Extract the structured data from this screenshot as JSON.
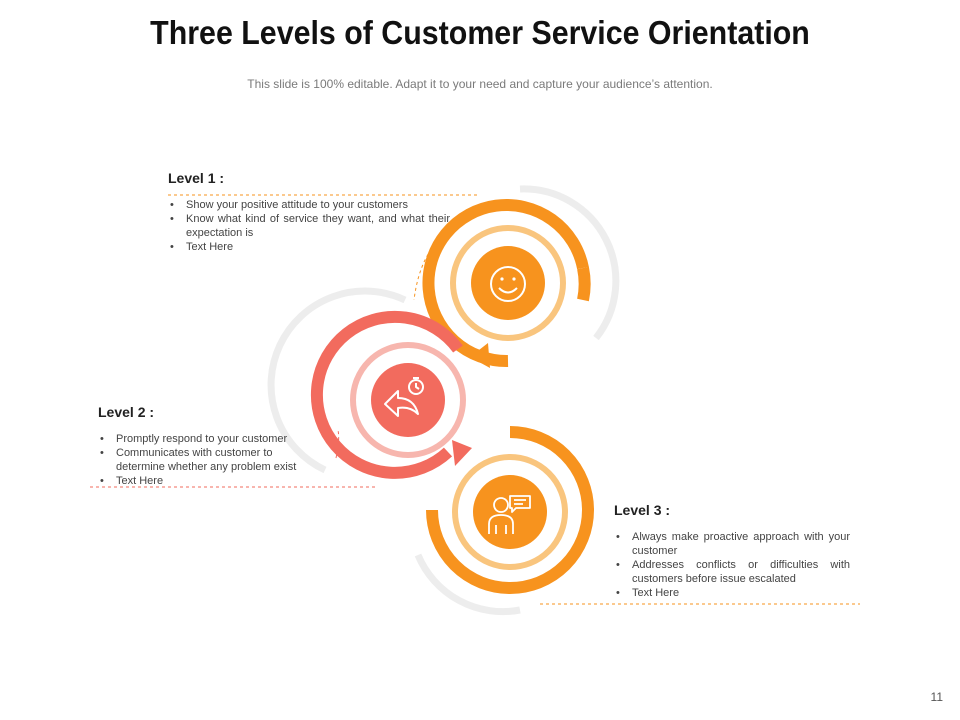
{
  "slide": {
    "title": "Three Levels of Customer Service Orientation",
    "subtitle": "This slide is 100% editable. Adapt it to your need and capture your audience’s attention.",
    "page_number": "11"
  },
  "levels": [
    {
      "heading": "Level  1 :",
      "icon": "smiley-face-icon",
      "color": "#F7931E",
      "bullets": [
        "Show your positive attitude to your customers",
        "Know what kind of service they want, and what their expectation  is",
        "Text  Here"
      ]
    },
    {
      "heading": "Level  2 :",
      "icon": "quick-reply-stopwatch-icon",
      "color": "#F26B5E",
      "bullets": [
        "Promptly respond to your customer",
        "Communicates with customer to determine whether any problem exist",
        "Text Here"
      ]
    },
    {
      "heading": "Level  3 :",
      "icon": "customer-support-chat-icon",
      "color": "#F7931E",
      "bullets": [
        "Always  make  proactive  approach  with your  customer",
        "Addresses  conflicts  or difficulties  with customers before  issue escalated",
        "Text  Here"
      ]
    }
  ],
  "colors": {
    "orange": "#F7931E",
    "light_orange": "#F9C57E",
    "coral": "#F26B5E",
    "light_coral": "#F7B6AE",
    "grey_shadow": "#EDEDED"
  }
}
